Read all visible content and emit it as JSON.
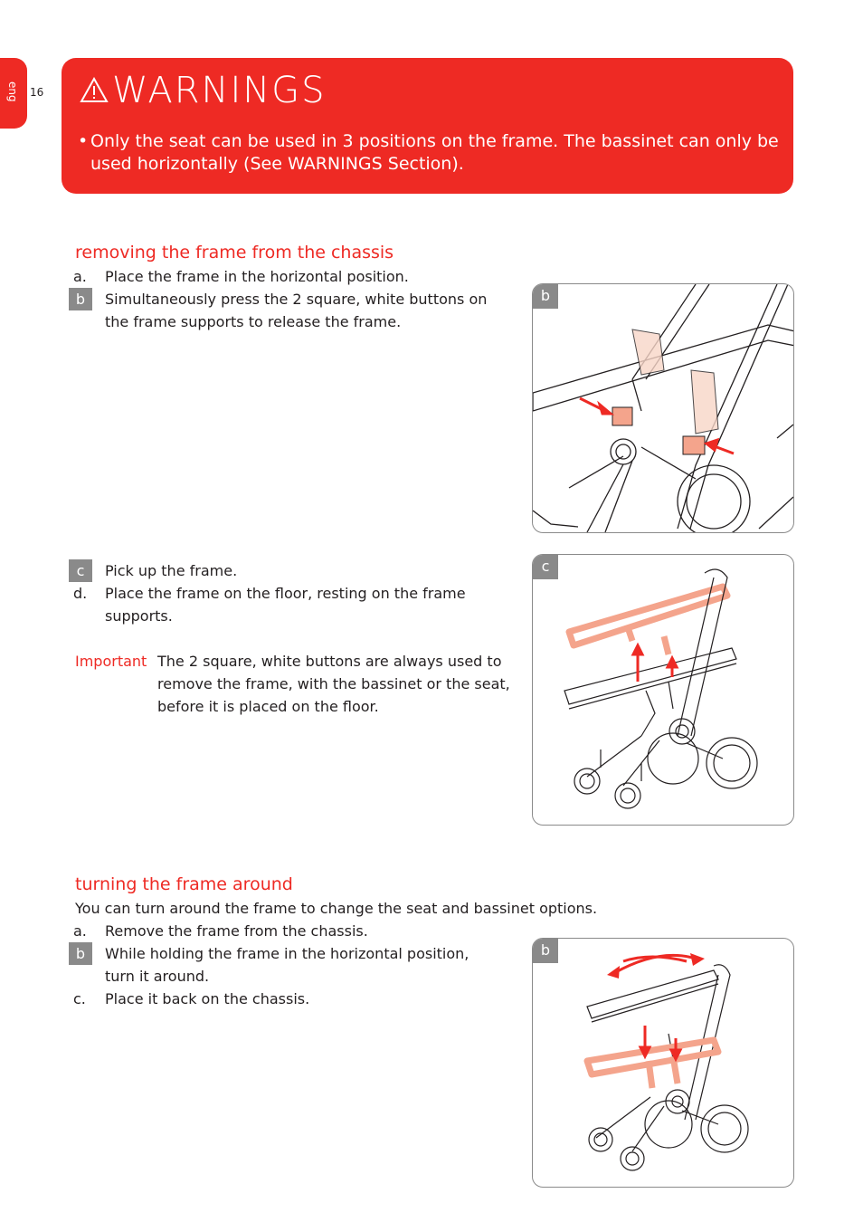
{
  "sidebar": {
    "lang": "eng",
    "page_number": "16"
  },
  "warnings": {
    "title": "WARNINGS",
    "bullet": "•",
    "text": "Only the seat can be used in 3 positions on the frame. The bassinet can only be used horizontally (See WARNINGS Section)."
  },
  "section1": {
    "heading": "removing the frame from the chassis",
    "steps": [
      {
        "marker": "a.",
        "text": "Place the frame in the horizontal position."
      },
      {
        "marker": "b",
        "text": "Simultaneously press the 2 square, white buttons on the frame supports to release the frame."
      },
      {
        "marker": "c",
        "text": "Pick up the frame."
      },
      {
        "marker": "d.",
        "text": "Place the frame on the floor, resting on the frame supports."
      }
    ],
    "important_label": "Important",
    "important_text": "The 2 square, white buttons are always used to remove the frame, with the bassinet or the seat, before it is placed on the floor.",
    "figures": [
      {
        "label": "b"
      },
      {
        "label": "c"
      }
    ]
  },
  "section2": {
    "heading": "turning the frame around",
    "intro": "You can turn around the frame to change the seat and bassinet options.",
    "steps": [
      {
        "marker": "a.",
        "text": "Remove the frame from the chassis."
      },
      {
        "marker": "b",
        "text": "While holding the frame in the horizontal position, turn it around."
      },
      {
        "marker": "c.",
        "text": "Place it back on the chassis."
      }
    ],
    "figures": [
      {
        "label": "b"
      }
    ]
  },
  "colors": {
    "accent": "#ee2a24",
    "marker_bg": "#8a8a8a",
    "frame_highlight": "#f4a48c"
  }
}
